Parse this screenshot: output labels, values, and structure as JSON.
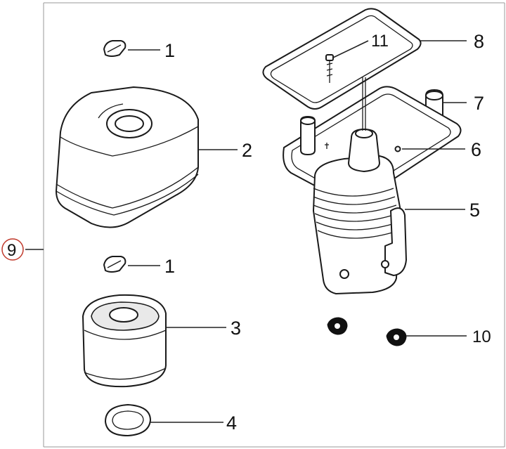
{
  "diagram": {
    "callouts": [
      {
        "id": "p1a",
        "label": "1"
      },
      {
        "id": "p2",
        "label": "2"
      },
      {
        "id": "p1b",
        "label": "1"
      },
      {
        "id": "p3",
        "label": "3"
      },
      {
        "id": "p4",
        "label": "4"
      },
      {
        "id": "p11",
        "label": "11"
      },
      {
        "id": "p8",
        "label": "8"
      },
      {
        "id": "p7",
        "label": "7"
      },
      {
        "id": "p6",
        "label": "6"
      },
      {
        "id": "p5",
        "label": "5"
      },
      {
        "id": "p10",
        "label": "10"
      },
      {
        "id": "p9",
        "label": "9"
      }
    ]
  }
}
